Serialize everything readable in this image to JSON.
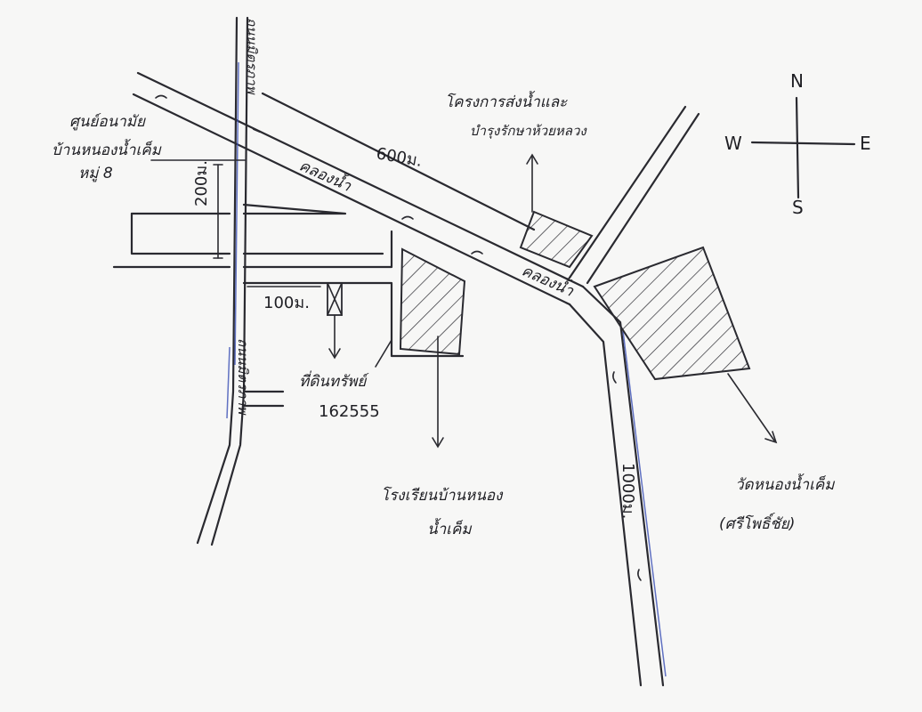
{
  "compass": {
    "north": "N",
    "south": "S",
    "east": "E",
    "west": "W"
  },
  "labels": {
    "health_center": [
      "ศูนย์อนามัย",
      "บ้านหนองน้ำเค็ม",
      "หมู่ 8"
    ],
    "water_project": [
      "โครงการส่งน้ำและ",
      "บำรุงรักษาห้วยหลวง"
    ],
    "canal_1": "คลองน้ำ",
    "canal_2": "คลองน้ำ",
    "distance_600m": "600ม.",
    "distance_200m": "200ม.",
    "distance_100m": "100ม.",
    "distance_1000m": "1000ม.",
    "property_label": "ที่ดินทรัพย์",
    "property_number": "162555",
    "school": [
      "โรงเรียนบ้านหนอง",
      "น้ำเค็ม"
    ],
    "temple": [
      "วัดหนองน้ำเค็ม",
      "(ศรีโพธิ์ชัย)"
    ],
    "road_north": "ถนนมิตรภาพ",
    "road_south": "ถนนมิตรภาพ"
  }
}
